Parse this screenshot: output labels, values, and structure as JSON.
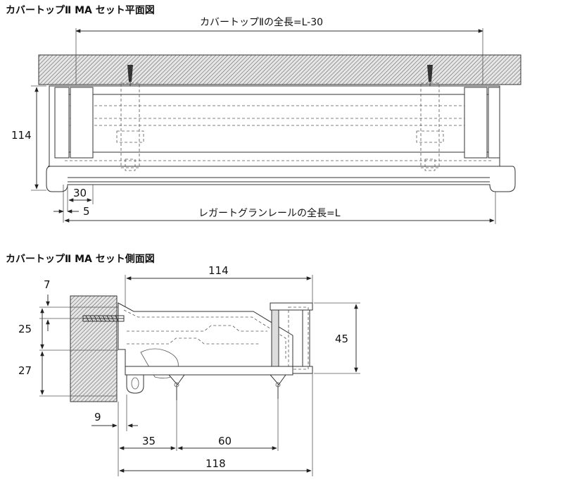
{
  "plan": {
    "title": "カバートップⅡ MA セット平面図",
    "dim_top": "カバートップⅡの全長=L-30",
    "dim_114": "114",
    "dim_30": "30",
    "dim_5": "5",
    "dim_bottom": "レガートグランレールの全長=L"
  },
  "side": {
    "title": "カバートップⅡ MA セット側面図",
    "dim_114": "114",
    "dim_7": "7",
    "dim_25": "25",
    "dim_27": "27",
    "dim_45": "45",
    "dim_9": "9",
    "dim_35": "35",
    "dim_60": "60",
    "dim_118": "118"
  }
}
